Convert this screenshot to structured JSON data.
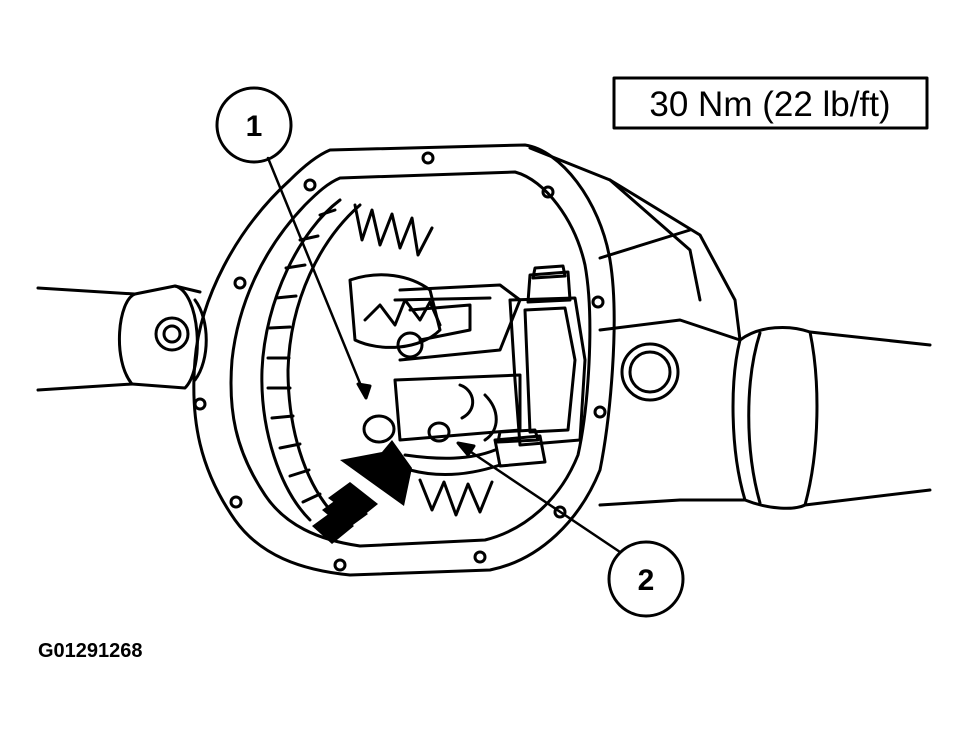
{
  "torque_spec": "30 Nm (22 lb/ft)",
  "callouts": [
    {
      "label": "1"
    },
    {
      "label": "2"
    }
  ],
  "figure_id": "G01291268",
  "colors": {
    "line": "#000000",
    "background": "#ffffff"
  }
}
